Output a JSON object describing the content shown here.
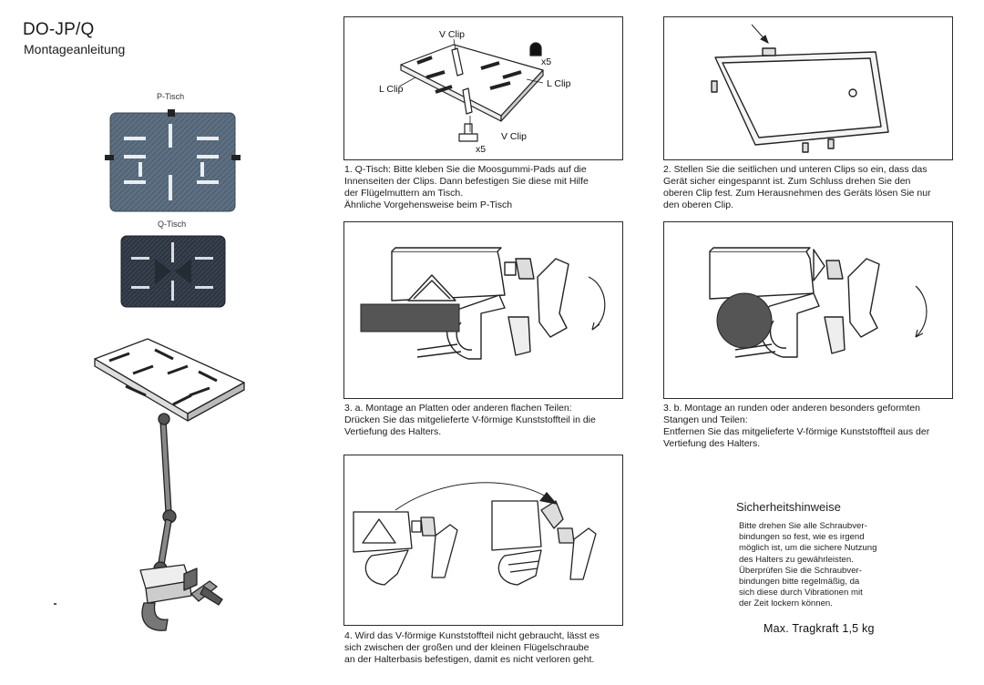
{
  "header": {
    "title": "DO-JP/Q",
    "subtitle": "Montageanleitung"
  },
  "left_panel": {
    "p_tisch_label": "P-Tisch",
    "q_tisch_label": "Q-Tisch"
  },
  "step1": {
    "labels": {
      "v_clip_top": "V Clip",
      "l_clip_left": "L Clip",
      "l_clip_right": "L Clip",
      "v_clip_bottom": "V Clip",
      "pads_count": "x5",
      "nuts_count": "x5"
    },
    "caption": [
      "1. Q-Tisch: Bitte kleben Sie die Moosgummi-Pads auf die",
      "Innenseiten der Clips. Dann befestigen Sie diese mit Hilfe",
      "der Flügelmuttern am Tisch.",
      "Ähnliche Vorgehensweise beim P-Tisch"
    ]
  },
  "step2": {
    "caption": [
      "2. Stellen Sie die seitlichen und unteren Clips so ein, dass das",
      "Gerät sicher eingespannt ist. Zum Schluss drehen Sie den",
      "oberen Clip fest. Zum Herausnehmen des Geräts lösen Sie nur",
      "den oberen Clip."
    ]
  },
  "step3a": {
    "caption": [
      "3. a. Montage an Platten oder anderen flachen Teilen:",
      "Drücken Sie das mitgelieferte V-förmige Kunststoffteil in die",
      "Vertiefung des Halters."
    ]
  },
  "step3b": {
    "caption": [
      "3. b. Montage an runden oder anderen besonders  geformten",
      "Stangen und Teilen:",
      "Entfernen Sie das mitgelieferte V-förmige Kunststoffteil aus der",
      "Vertiefung des Halters."
    ]
  },
  "step4": {
    "caption": [
      "4. Wird das V-förmige Kunststoffteil nicht gebraucht, lässt es",
      "sich zwischen der großen und der kleinen Flügelschraube",
      "an der Halterbasis befestigen, damit es nicht verloren geht."
    ]
  },
  "safety": {
    "title": "Sicherheitshinweise",
    "lines": [
      "Bitte drehen Sie alle Schraubver-",
      "bindungen so fest, wie es irgend",
      "möglich ist, um die sichere Nutzung",
      "des Halters zu gewährleisten.",
      "Überprüfen Sie die Schraubver-",
      "bindungen bitte regelmäßig, da",
      "sich diese durch Vibrationen mit",
      "der Zeit lockern können."
    ]
  },
  "max_load": "Max. Tragkraft  1,5 kg",
  "colors": {
    "p_tisch_fill": "#5b6e80",
    "q_tisch_fill": "#2d3440",
    "line": "#2a2a2a"
  }
}
